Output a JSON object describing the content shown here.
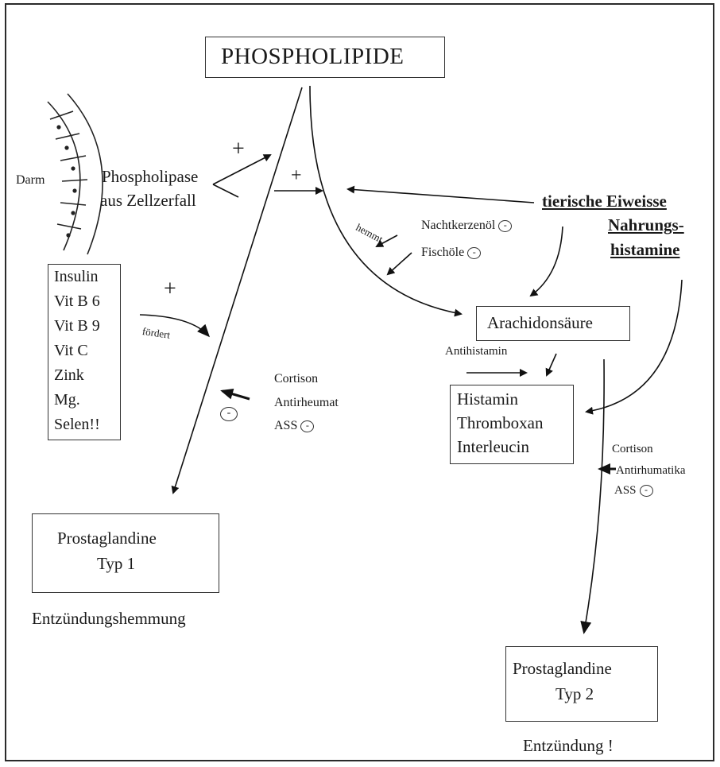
{
  "nodes": {
    "phospholipide": "PHOSPHOLIPIDE",
    "darm": "Darm",
    "phospholipase_1": "Phospholipase",
    "phospholipase_2": "aus Zellzerfall",
    "tierische_1": "tierische Eiweisse",
    "tierische_2": "Nahrungs-",
    "tierische_3": "histamine",
    "nachtkerzenoel": "Nachtkerzenöl",
    "fischoele": "Fischöle",
    "hemmt": "hemmt",
    "cofactors": [
      "Insulin",
      "Vit B 6",
      "Vit B 9",
      "Vit C",
      "Zink",
      "Mg.",
      "Selen!!"
    ],
    "foerdert": "fördert",
    "plus": "+",
    "arachidonsaeure": "Arachidonsäure",
    "antihistamin": "Antihistamin",
    "mediators": [
      "Histamin",
      "Thromboxan",
      "Interleucin"
    ],
    "cortison_left": [
      "Cortison",
      "Antirheumat",
      "ASS"
    ],
    "cortison_right": [
      "Cortison",
      "Antirhumatika",
      "ASS"
    ],
    "pg1_1": "Prostaglandine",
    "pg1_2": "Typ 1",
    "pg1_caption": "Entzündungshemmung",
    "pg2_1": "Prostaglandine",
    "pg2_2": "Typ 2",
    "pg2_caption": "Entzündung !",
    "minus": "-"
  }
}
